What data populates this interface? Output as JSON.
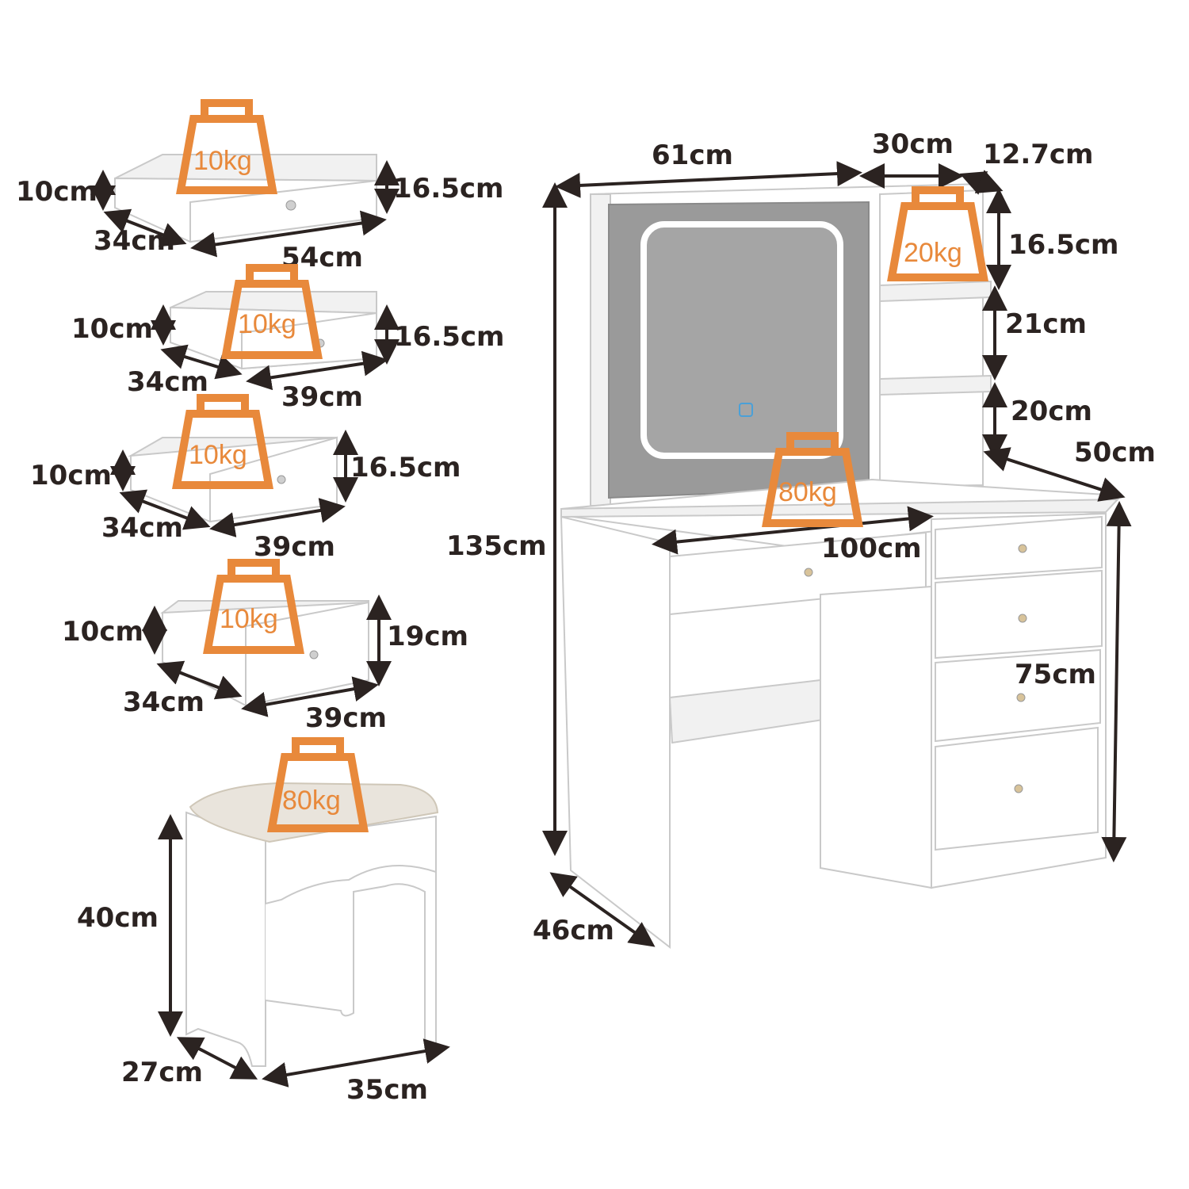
{
  "colors": {
    "dimension_text": "#2b2321",
    "weight_icon": "#e8893b",
    "furniture": "#ffffff",
    "mirror": "#9a9a9a",
    "mirror_light": "#ffffff",
    "cushion": "#e9e4dc"
  },
  "drawer1": {
    "depth": "10cm",
    "side": "34cm",
    "width": "54cm",
    "height": "16.5cm",
    "load": "10kg"
  },
  "drawer2": {
    "depth": "10cm",
    "side": "34cm",
    "width": "39cm",
    "height": "16.5cm",
    "load": "10kg"
  },
  "drawer3": {
    "depth": "10cm",
    "side": "34cm",
    "width": "39cm",
    "height": "16.5cm",
    "load": "10kg"
  },
  "drawer4": {
    "depth": "10cm",
    "side": "34cm",
    "width": "39cm",
    "height": "19cm",
    "load": "10kg"
  },
  "stool": {
    "height": "40cm",
    "depth": "27cm",
    "width": "35cm",
    "load": "80kg"
  },
  "vanity": {
    "mirror_width": "61cm",
    "shelf_width": "30cm",
    "shelf_depth": "12.7cm",
    "shelf_top_height": "16.5cm",
    "shelf_mid_height": "21cm",
    "shelf_low_height": "20cm",
    "top_depth": "50cm",
    "total_height": "135cm",
    "table_width": "100cm",
    "table_height": "75cm",
    "base_depth": "46cm",
    "shelf_load": "20kg",
    "table_load": "80kg"
  }
}
